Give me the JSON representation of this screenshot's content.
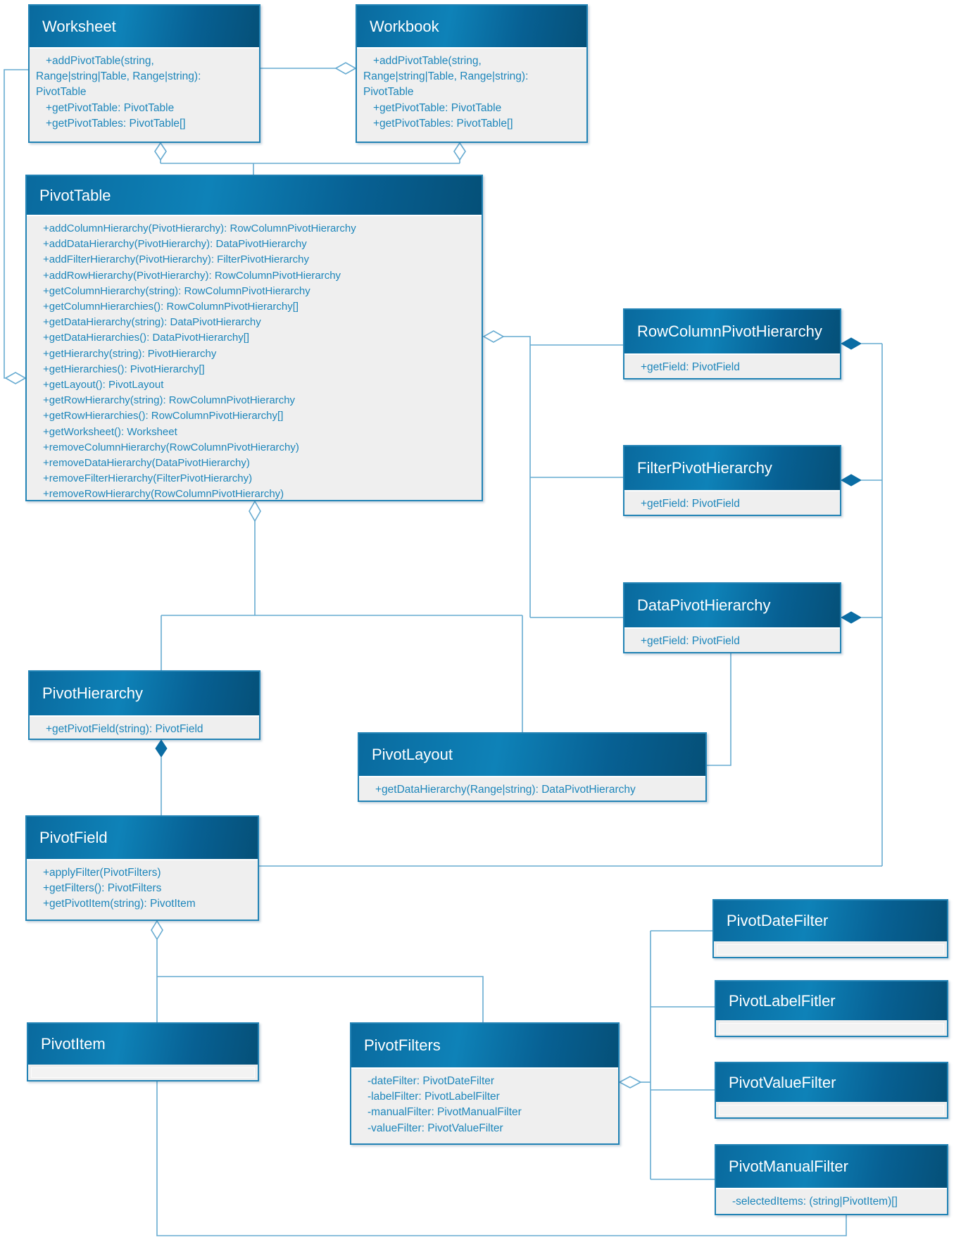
{
  "diagram_title": "PivotTable API class diagram",
  "colors": {
    "header_blue": "#0b72a6",
    "header_blue_dark": "#055078",
    "body_gray": "#efefef",
    "member_text_blue": "#1d86bb",
    "border_blue": "#2283b5",
    "connector_blue": "#67abd1",
    "composition_diamond": "#0b6da4",
    "title_text": "#ffffff"
  },
  "classes": {
    "worksheet": {
      "name": "Worksheet",
      "members": [
        "+addPivotTable(string,",
        "Range|string|Table, Range|string):",
        "PivotTable",
        "+getPivotTable: PivotTable",
        "+getPivotTables: PivotTable[]"
      ]
    },
    "workbook": {
      "name": "Workbook",
      "members": [
        "+addPivotTable(string,",
        "Range|string|Table, Range|string):",
        "PivotTable",
        "+getPivotTable: PivotTable",
        "+getPivotTables: PivotTable[]"
      ]
    },
    "pivot_table": {
      "name": "PivotTable",
      "members": [
        "+addColumnHierarchy(PivotHierarchy): RowColumnPivotHierarchy",
        "+addDataHierarchy(PivotHierarchy): DataPivotHierarchy",
        "+addFilterHierarchy(PivotHierarchy): FilterPivotHierarchy",
        "+addRowHierarchy(PivotHierarchy): RowColumnPivotHierarchy",
        "+getColumnHierarchy(string): RowColumnPivotHierarchy",
        "+getColumnHierarchies(): RowColumnPivotHierarchy[]",
        "+getDataHierarchy(string): DataPivotHierarchy",
        "+getDataHierarchies(): DataPivotHierarchy[]",
        "+getHierarchy(string): PivotHierarchy",
        "+getHierarchies(): PivotHierarchy[]",
        "+getLayout(): PivotLayout",
        "+getRowHierarchy(string): RowColumnPivotHierarchy",
        "+getRowHierarchies(): RowColumnPivotHierarchy[]",
        "+getWorksheet(): Worksheet",
        "+removeColumnHierarchy(RowColumnPivotHierarchy)",
        "+removeDataHierarchy(DataPivotHierarchy)",
        "+removeFilterHierarchy(FilterPivotHierarchy)",
        "+removeRowHierarchy(RowColumnPivotHierarchy)"
      ]
    },
    "row_column_pivot_hierarchy": {
      "name": "RowColumnPivotHierarchy",
      "members": [
        "+getField: PivotField"
      ]
    },
    "filter_pivot_hierarchy": {
      "name": "FilterPivotHierarchy",
      "members": [
        "+getField: PivotField"
      ]
    },
    "data_pivot_hierarchy": {
      "name": "DataPivotHierarchy",
      "members": [
        "+getField: PivotField"
      ]
    },
    "pivot_hierarchy": {
      "name": "PivotHierarchy",
      "members": [
        "+getPivotField(string): PivotField"
      ]
    },
    "pivot_layout": {
      "name": "PivotLayout",
      "members": [
        "+getDataHierarchy(Range|string): DataPivotHierarchy"
      ]
    },
    "pivot_field": {
      "name": "PivotField",
      "members": [
        "+applyFilter(PivotFilters)",
        "+getFilters(): PivotFilters",
        "+getPivotItem(string): PivotItem"
      ]
    },
    "pivot_item": {
      "name": "PivotItem",
      "members": []
    },
    "pivot_filters": {
      "name": "PivotFilters",
      "members": [
        "-dateFilter: PivotDateFilter",
        "-labelFilter: PivotLabelFilter",
        "-manualFilter: PivotManualFilter",
        "-valueFilter: PivotValueFilter"
      ]
    },
    "pivot_date_filter": {
      "name": "PivotDateFilter",
      "members": []
    },
    "pivot_label_fitler": {
      "name": "PivotLabelFitler",
      "members": []
    },
    "pivot_value_filter": {
      "name": "PivotValueFilter",
      "members": []
    },
    "pivot_manual_filter": {
      "name": "PivotManualFilter",
      "members": [
        "-selectedItems: (string|PivotItem)[]"
      ]
    }
  },
  "relationships": [
    {
      "from": "Worksheet",
      "to": "Workbook",
      "type": "aggregation",
      "diamond_at": "Workbook"
    },
    {
      "from": "Worksheet",
      "to": "PivotTable",
      "type": "aggregation",
      "diamond_at": "PivotTable"
    },
    {
      "from": "Worksheet",
      "to": "PivotTable",
      "type": "aggregation",
      "diamond_at": "Worksheet"
    },
    {
      "from": "Workbook",
      "to": "PivotTable",
      "type": "aggregation",
      "diamond_at": "Workbook"
    },
    {
      "from": "PivotTable",
      "to": "RowColumnPivotHierarchy",
      "type": "aggregation",
      "diamond_at": "PivotTable"
    },
    {
      "from": "PivotTable",
      "to": "FilterPivotHierarchy",
      "type": "aggregation",
      "diamond_at": "PivotTable"
    },
    {
      "from": "PivotTable",
      "to": "DataPivotHierarchy",
      "type": "aggregation",
      "diamond_at": "PivotTable"
    },
    {
      "from": "PivotTable",
      "to": "PivotHierarchy",
      "type": "aggregation",
      "diamond_at": "PivotTable"
    },
    {
      "from": "PivotTable",
      "to": "PivotLayout",
      "type": "aggregation",
      "diamond_at": "PivotTable"
    },
    {
      "from": "RowColumnPivotHierarchy",
      "to": "PivotField",
      "type": "composition",
      "diamond_at": "RowColumnPivotHierarchy"
    },
    {
      "from": "FilterPivotHierarchy",
      "to": "PivotField",
      "type": "composition",
      "diamond_at": "FilterPivotHierarchy"
    },
    {
      "from": "DataPivotHierarchy",
      "to": "PivotField",
      "type": "composition",
      "diamond_at": "DataPivotHierarchy"
    },
    {
      "from": "PivotLayout",
      "to": "DataPivotHierarchy",
      "type": "association"
    },
    {
      "from": "PivotHierarchy",
      "to": "PivotField",
      "type": "composition",
      "diamond_at": "PivotHierarchy"
    },
    {
      "from": "PivotField",
      "to": "PivotItem",
      "type": "aggregation",
      "diamond_at": "PivotField"
    },
    {
      "from": "PivotField",
      "to": "PivotFilters",
      "type": "aggregation",
      "diamond_at": "PivotField"
    },
    {
      "from": "PivotFilters",
      "to": "PivotDateFilter",
      "type": "aggregation",
      "diamond_at": "PivotFilters"
    },
    {
      "from": "PivotFilters",
      "to": "PivotLabelFitler",
      "type": "aggregation",
      "diamond_at": "PivotFilters"
    },
    {
      "from": "PivotFilters",
      "to": "PivotValueFilter",
      "type": "aggregation",
      "diamond_at": "PivotFilters"
    },
    {
      "from": "PivotFilters",
      "to": "PivotManualFilter",
      "type": "aggregation",
      "diamond_at": "PivotFilters"
    },
    {
      "from": "PivotManualFilter",
      "to": "PivotItem",
      "type": "association"
    }
  ]
}
